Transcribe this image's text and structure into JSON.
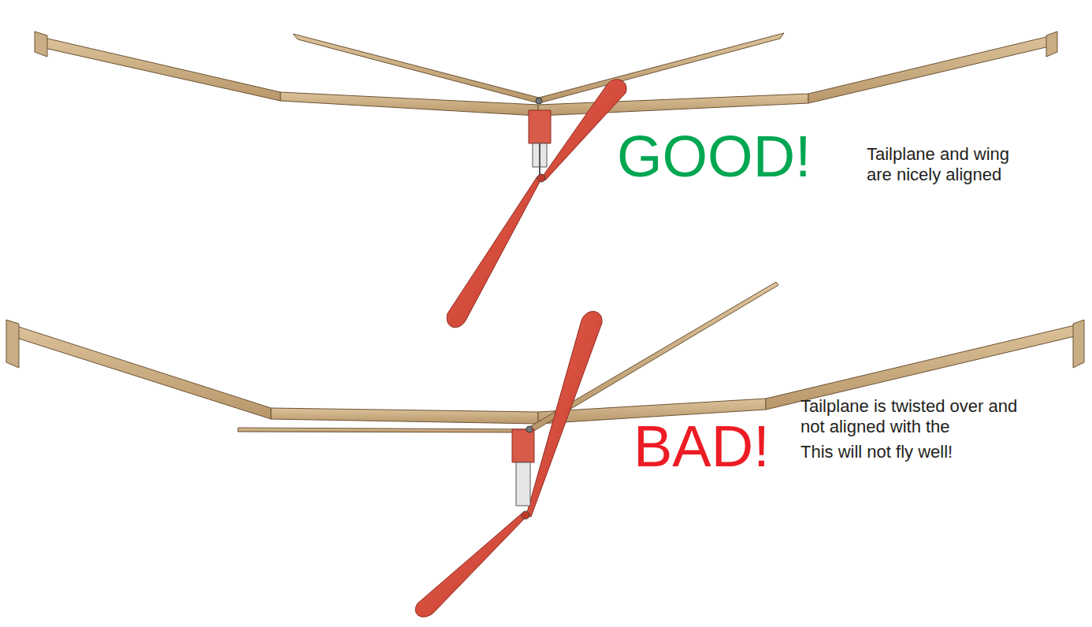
{
  "diagram": {
    "labels": [
      "GOOD!",
      "Tailplane and wing are nicely aligned",
      "BAD!",
      "Tailplane is twisted over and not aligned with the",
      "This will not fly well!"
    ]
  }
}
